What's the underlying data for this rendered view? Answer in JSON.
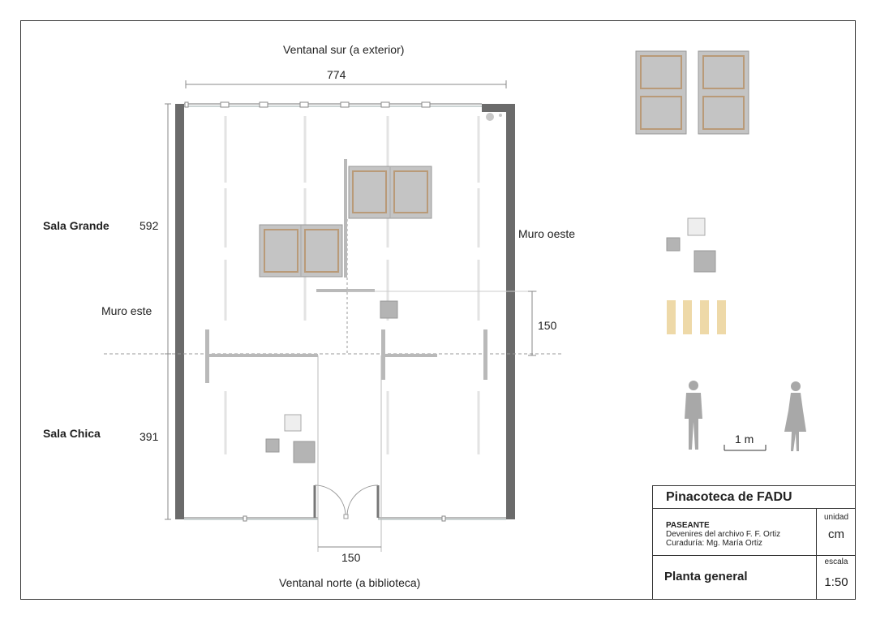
{
  "plan": {
    "south_label": "Ventanal sur (a exterior)",
    "north_label": "Ventanal norte (a biblioteca)",
    "east_label": "Muro este",
    "west_label": "Muro oeste",
    "width_dim": "774",
    "large_room_name": "Sala Grande",
    "large_room_dim": "592",
    "small_room_name": "Sala Chica",
    "small_room_dim": "391",
    "right_dim": "150",
    "door_dim": "150",
    "scale_bar": "1 m"
  },
  "title_block": {
    "title": "Pinacoteca de FADU",
    "project": "PASEANTE",
    "subtitle": "Devenires del archivo F. F. Ortiz",
    "curator": "Curaduría: Mg. María Ortiz",
    "drawing_name": "Planta general",
    "unit_label": "unidad",
    "unit_value": "cm",
    "scale_label": "escala",
    "scale_value": "1:50"
  },
  "colors": {
    "wall": "#6b6b6b",
    "panel": "#c4c4c4",
    "frame": "#b99a78",
    "wood": "#eed9a8",
    "figure": "#a8a8a8"
  }
}
